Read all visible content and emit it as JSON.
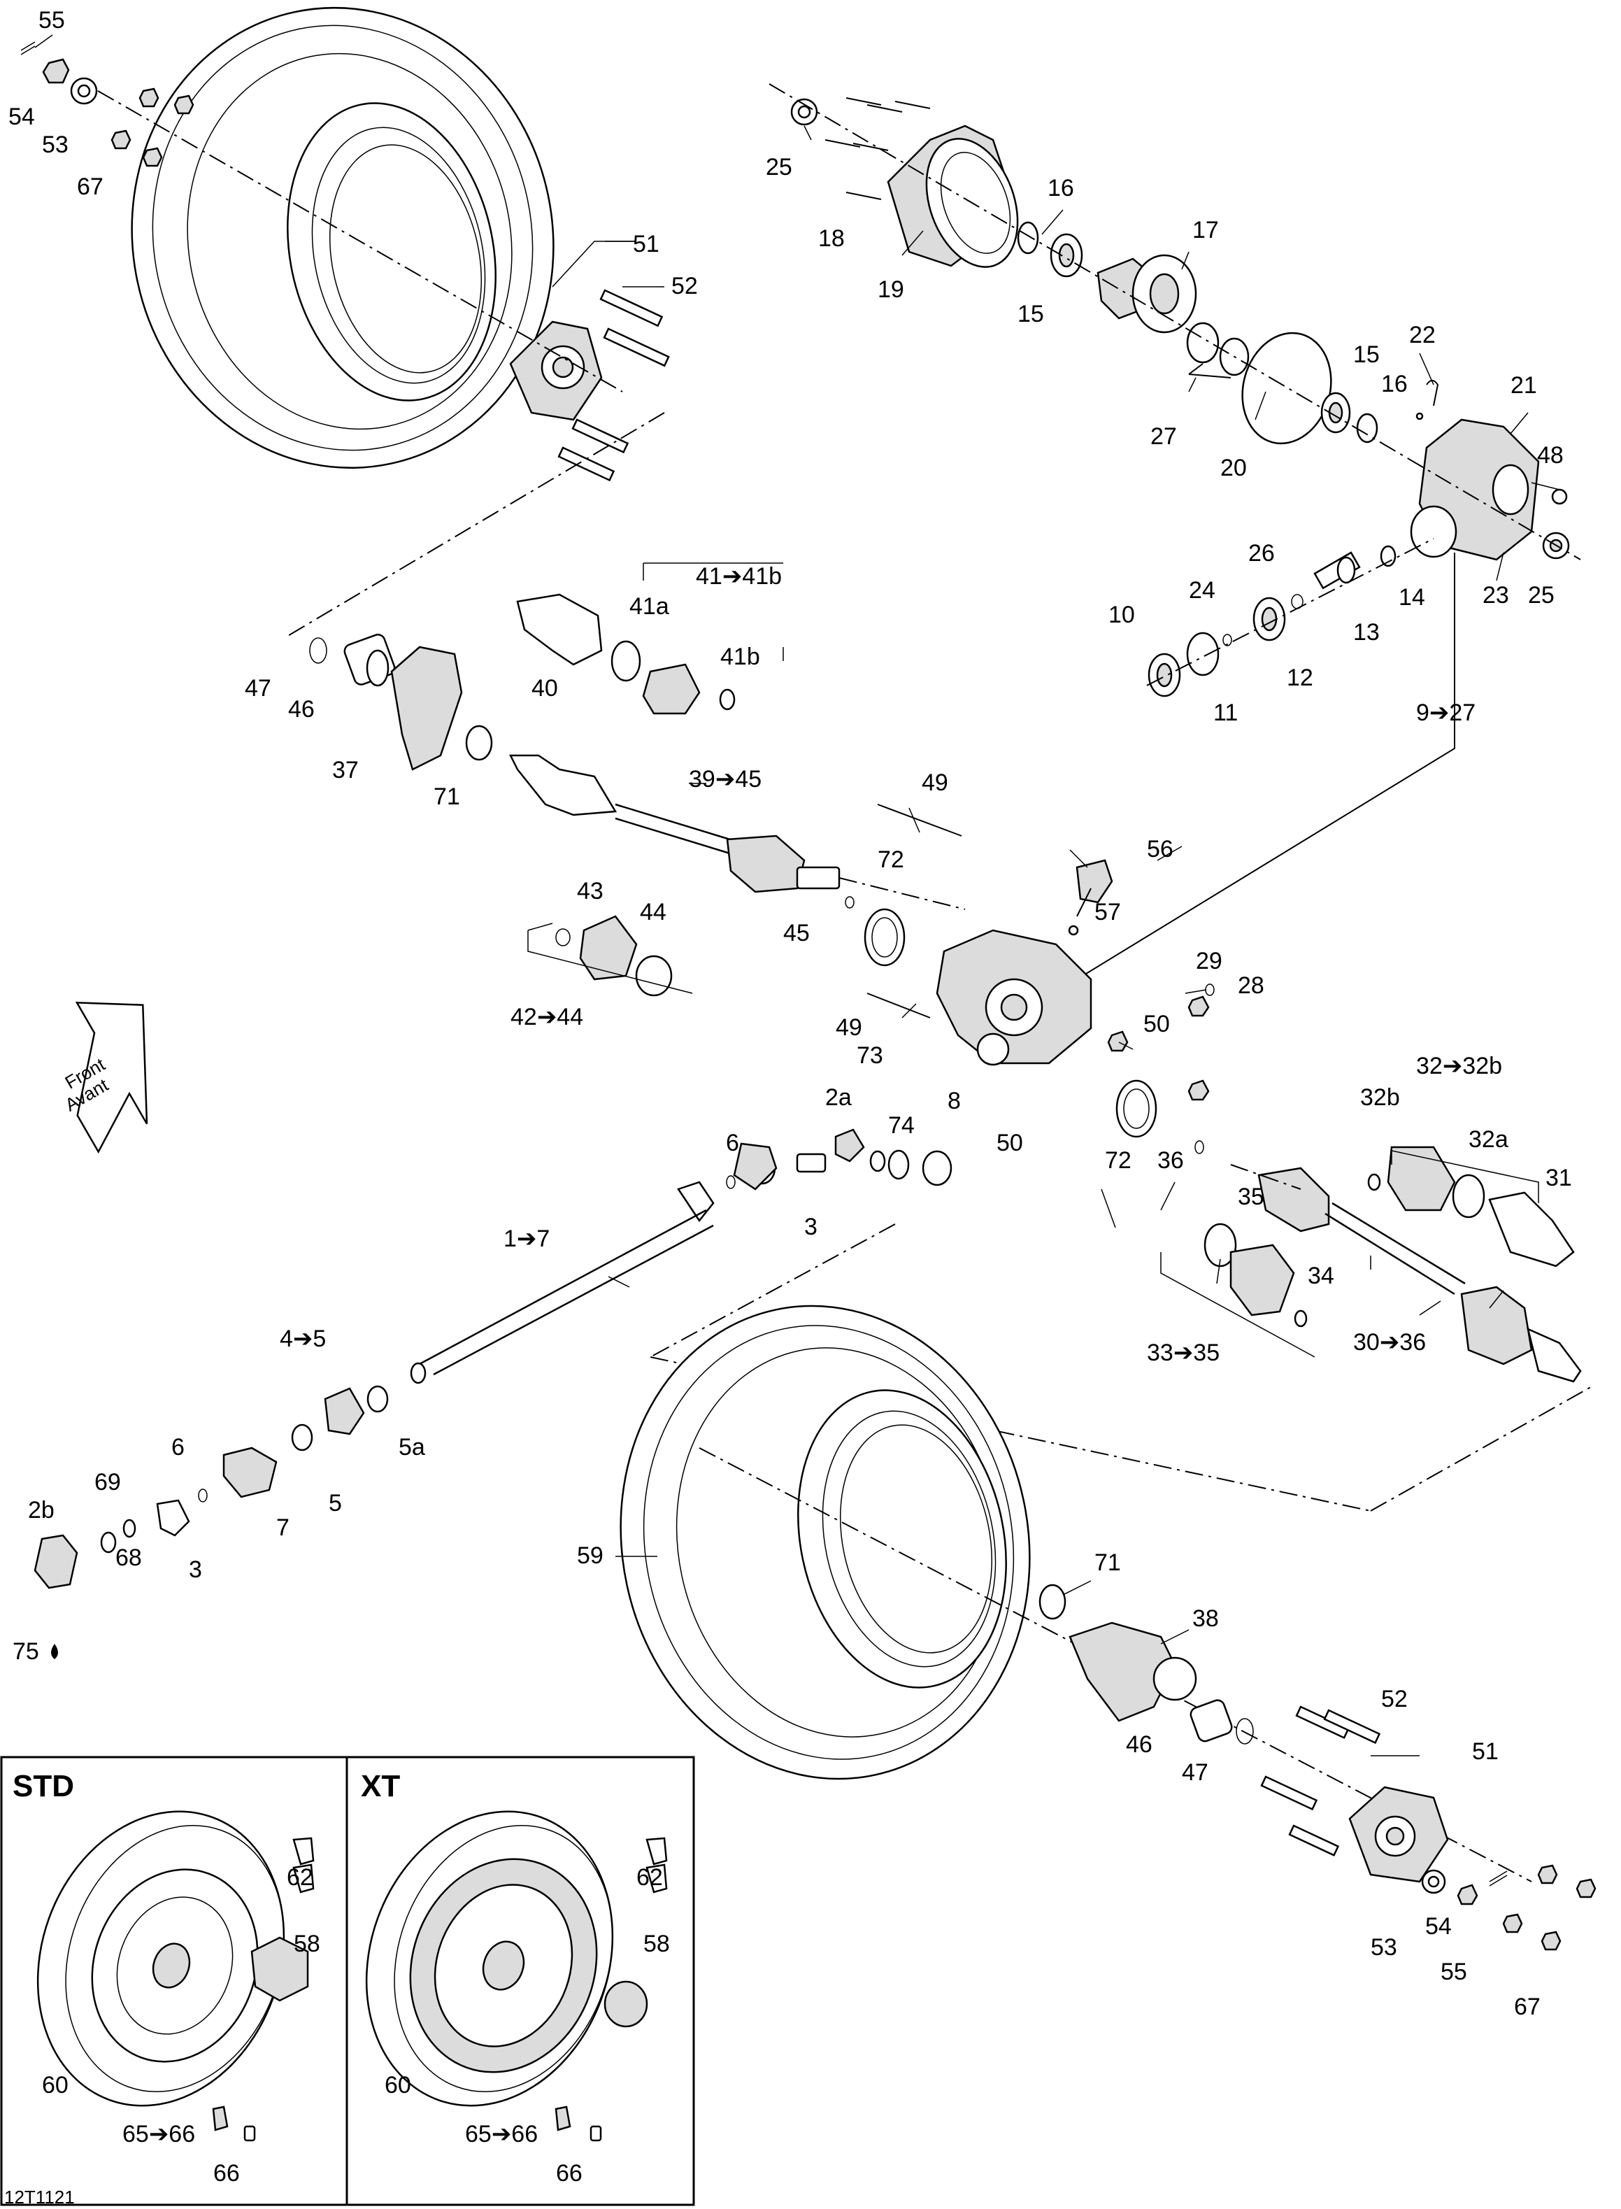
{
  "diagram": {
    "code": "12T1121",
    "front_arrow": {
      "line1": "Front",
      "line2": "Avant"
    },
    "insets": {
      "std": {
        "title": "STD",
        "labels": [
          "62",
          "58",
          "60",
          "65➔66",
          "66"
        ]
      },
      "xt": {
        "title": "XT",
        "labels": [
          "62",
          "58",
          "60",
          "65➔66",
          "66"
        ]
      }
    },
    "callouts": {
      "c55a": "55",
      "c54a": "54",
      "c53a": "53",
      "c67a": "67",
      "c51a": "51",
      "c52a": "52",
      "c25a": "25",
      "c18": "18",
      "c19": "19",
      "c16a": "16",
      "c15a": "15",
      "c17": "17",
      "c27a": "27",
      "c20": "20",
      "c15b": "15",
      "c16b": "16",
      "c22": "22",
      "c21": "21",
      "c48": "48",
      "c23": "23",
      "c25b": "25",
      "c26": "26",
      "c24": "24",
      "c13": "13",
      "c14": "14",
      "c10": "10",
      "c11": "11",
      "c12": "12",
      "c9_27": "9➔27",
      "c41_41b": "41➔41b",
      "c41a": "41a",
      "c41b": "41b",
      "c40": "40",
      "c47a": "47",
      "c46a": "46",
      "c37": "37",
      "c71a": "71",
      "c39_45": "39➔45",
      "c49a": "49",
      "c56": "56",
      "c72a": "72",
      "c57": "57",
      "c45": "45",
      "c43": "43",
      "c44": "44",
      "c42_44": "42➔44",
      "c29": "29",
      "c28": "28",
      "c49b": "49",
      "c50a": "50",
      "c73": "73",
      "c2a": "2a",
      "c8": "8",
      "c74": "74",
      "c50b": "50",
      "c72b": "72",
      "c36": "36",
      "c32_32b": "32➔32b",
      "c32b": "32b",
      "c32a": "32a",
      "c31": "31",
      "c6a": "6",
      "c3a": "3",
      "c1_7": "1➔7",
      "c35": "35",
      "c34": "34",
      "c33_35": "33➔35",
      "c30_36": "30➔36",
      "c4_5": "4➔5",
      "c5a": "5a",
      "c5": "5",
      "c6b": "6",
      "c7": "7",
      "c69": "69",
      "c2b": "2b",
      "c68": "68",
      "c3b": "3",
      "c75": "75",
      "c59": "59",
      "c71b": "71",
      "c38": "38",
      "c46b": "46",
      "c47b": "47",
      "c52b": "52",
      "c51b": "51",
      "c53b": "53",
      "c54b": "54",
      "c55b": "55",
      "c67b": "67"
    }
  }
}
